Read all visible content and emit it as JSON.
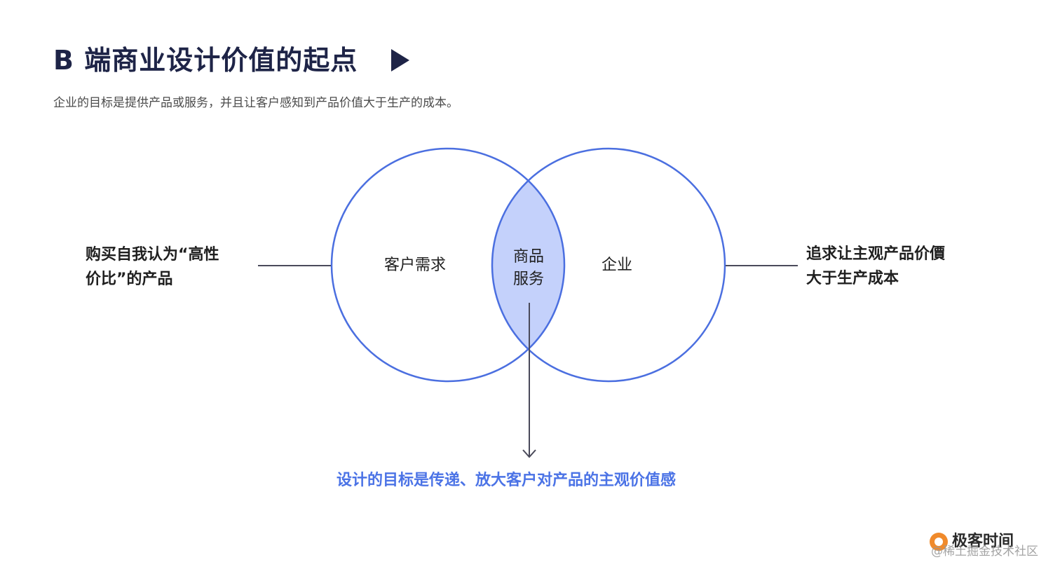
{
  "header": {
    "title": "B 端商业设计价值的起点",
    "subtitle": "企业的目标是提供产品或服务，并且让客户感知到产品价值大于生产的成本。"
  },
  "diagram": {
    "left_annotation": {
      "line1": "购买自我认为“高性",
      "line2": "价比”的产品"
    },
    "right_annotation": {
      "line1": "追求让主观产品价價",
      "line2": "大于生产成本"
    },
    "circles": {
      "customer": "客户需求",
      "enterprise": "企业",
      "intersection_line1": "商品",
      "intersection_line2": "服务"
    },
    "goal": "设计的目标是传递、放大客户对产品的主观价值感"
  },
  "colors": {
    "title": "#1e2447",
    "circle_stroke": "#4b6fe0",
    "intersection_fill": "#c4d1fb",
    "goal_text": "#4b73e6",
    "connector": "#4a4a5a"
  },
  "branding": {
    "logo_text": "极客时间",
    "logo_icon": "geektime-logo-icon",
    "watermark": "@稀土掘金技术社区"
  }
}
